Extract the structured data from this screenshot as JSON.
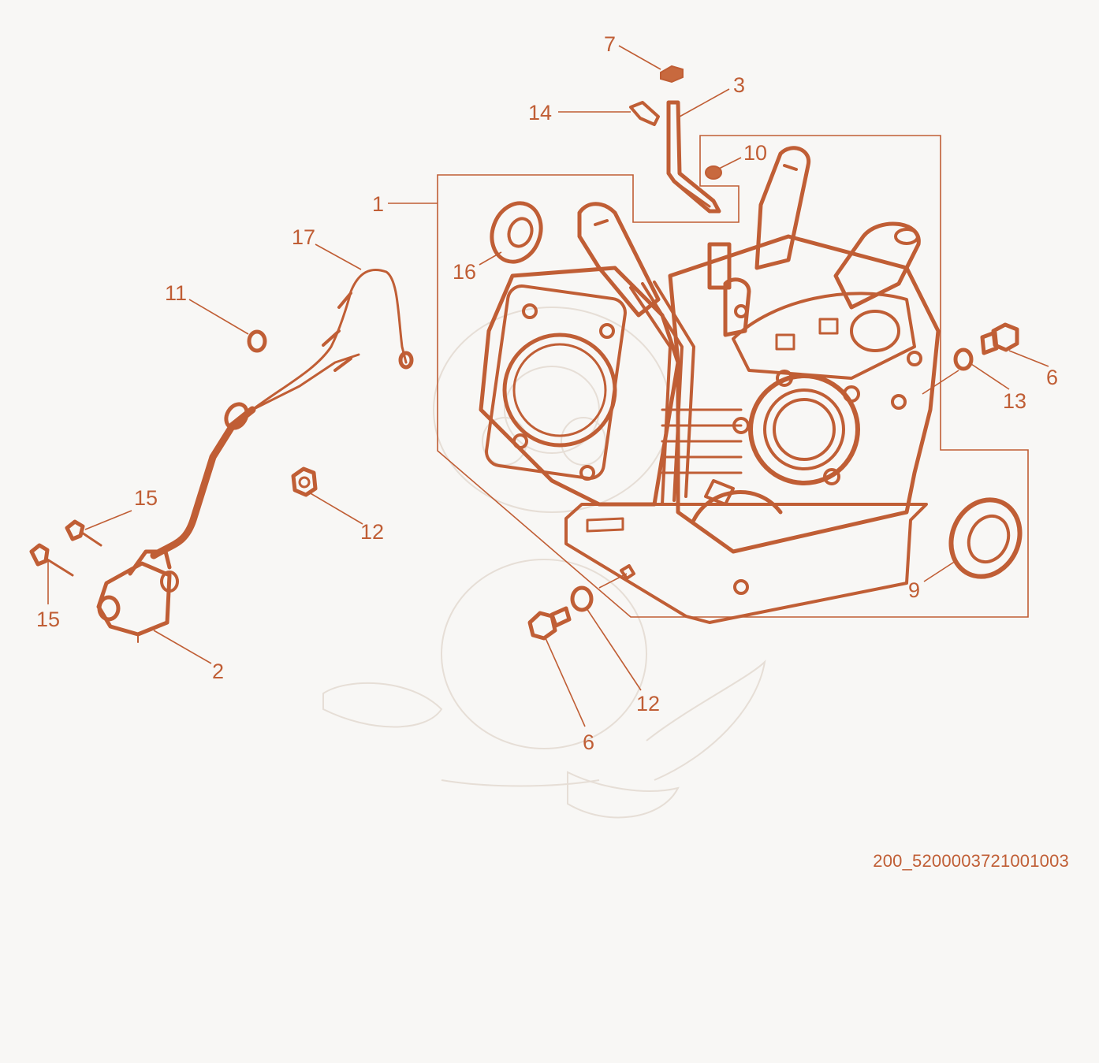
{
  "diagram": {
    "drawing_code": "200_5200003721001003",
    "accent_color": "#c05e35",
    "background_color": "#f8f7f5",
    "callouts": [
      {
        "id": "c7",
        "label": "7"
      },
      {
        "id": "c3",
        "label": "3"
      },
      {
        "id": "c14",
        "label": "14"
      },
      {
        "id": "c10",
        "label": "10"
      },
      {
        "id": "c1",
        "label": "1"
      },
      {
        "id": "c17",
        "label": "17"
      },
      {
        "id": "c16",
        "label": "16"
      },
      {
        "id": "c11",
        "label": "11"
      },
      {
        "id": "c6a",
        "label": "6"
      },
      {
        "id": "c13",
        "label": "13"
      },
      {
        "id": "c15a",
        "label": "15"
      },
      {
        "id": "c12a",
        "label": "12"
      },
      {
        "id": "c15b",
        "label": "15"
      },
      {
        "id": "c9",
        "label": "9"
      },
      {
        "id": "c2",
        "label": "2"
      },
      {
        "id": "c12b",
        "label": "12"
      },
      {
        "id": "c6b",
        "label": "6"
      }
    ]
  }
}
